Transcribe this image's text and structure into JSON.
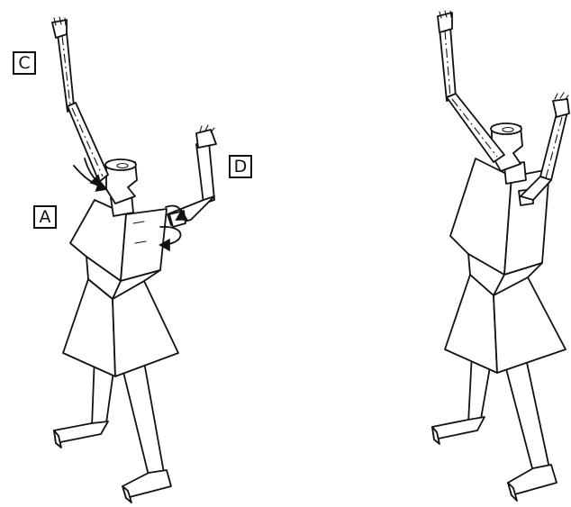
{
  "figure": {
    "labels": [
      {
        "id": "C",
        "text": "C"
      },
      {
        "id": "D",
        "text": "D"
      },
      {
        "id": "A",
        "text": "A"
      }
    ]
  },
  "colors": {
    "ink": "#111111",
    "paper": "#ffffff"
  }
}
